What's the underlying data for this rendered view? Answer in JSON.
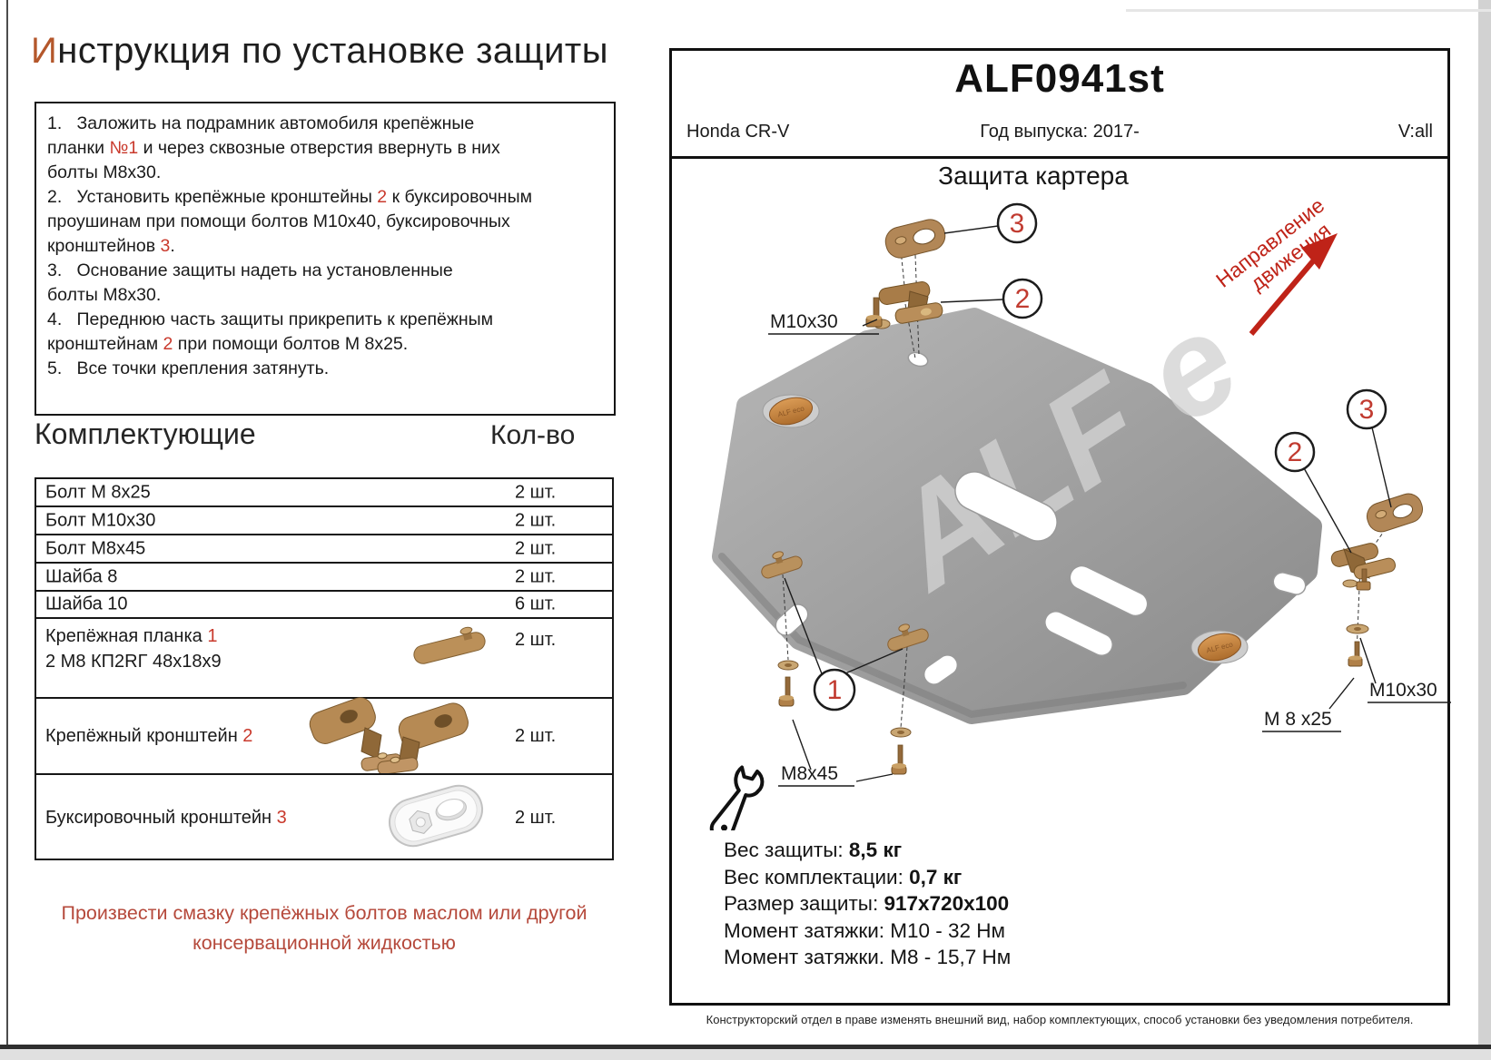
{
  "page": {
    "title_first_letter": "И",
    "title_rest": "нструкция по установке защиты"
  },
  "instructions": {
    "items": [
      {
        "segments": [
          {
            "t": "1.   Заложить на подрамник автомобиля крепёжные\nпланки "
          },
          {
            "t": "№1",
            "red": true
          },
          {
            "t": " и через сквозные отверстия ввернуть в них\nболты М8х30."
          }
        ]
      },
      {
        "segments": [
          {
            "t": "2.   Установить крепёжные кронштейны "
          },
          {
            "t": "2",
            "red": true
          },
          {
            "t": " к буксировочным\nпроушинам при помощи болтов М10х40, буксировочных\nкронштейнов "
          },
          {
            "t": "3",
            "red": true
          },
          {
            "t": "."
          }
        ]
      },
      {
        "segments": [
          {
            "t": "3.   Основание защиты надеть на установленные\nболты М8х30."
          }
        ]
      },
      {
        "segments": [
          {
            "t": "4.   Переднюю часть защиты прикрепить к крепёжным\nкронштейнам "
          },
          {
            "t": "2",
            "red": true
          },
          {
            "t": " при помощи болтов М 8х25."
          }
        ]
      },
      {
        "segments": [
          {
            "t": "5.   Все точки крепления затянуть."
          }
        ]
      }
    ]
  },
  "components": {
    "heading": "Комплектующие",
    "qty_heading": "Кол-во",
    "rows": [
      {
        "name": "Болт М 8х25",
        "qty": "2 шт."
      },
      {
        "name": "Болт М10х30",
        "qty": "2 шт."
      },
      {
        "name": "Болт М8х45",
        "qty": "2 шт."
      },
      {
        "name": "Шайба 8",
        "qty": "2 шт."
      },
      {
        "name": "Шайба 10",
        "qty": "6 шт."
      },
      {
        "name": "Крепёжная планка ",
        "ref": "1",
        "line2": "2 М8 КП2RГ 48х18х9",
        "qty": "2 шт.",
        "image": "strap"
      },
      {
        "name": "Крепёжный кронштейн ",
        "ref": "2",
        "qty": "2 шт.",
        "image": "bracket"
      },
      {
        "name": "Буксировочный кронштейн ",
        "ref": "3",
        "qty": "2 шт.",
        "image": "tow"
      }
    ],
    "note_line1": "Произвести смазку крепёжных болтов маслом или другой",
    "note_line2": "консервационной жидкостью"
  },
  "panel": {
    "code": "ALF0941st",
    "model": "Honda CR-V",
    "year": "Год выпуска: 2017-",
    "version": "V:all",
    "diagram_title": "Защита картера",
    "direction_line1": "Направление",
    "direction_line2": "движения",
    "callouts": [
      "1",
      "2",
      "3"
    ],
    "labels": {
      "m10x30_top": "M10x30",
      "m8x45": "M8x45",
      "m8x25": "M 8 x25",
      "m10x30_right": "M10x30"
    },
    "specs": [
      {
        "label": "Вес защиты: ",
        "value": "8,5 кг",
        "bold": true
      },
      {
        "label": "Вес комплектации: ",
        "value": "0,7 кг",
        "bold": true
      },
      {
        "label": "Размер защиты: ",
        "value": "917х720х100",
        "bold": true
      },
      {
        "label": "Момент затяжки:  ",
        "value": "М10 - 32 Нм",
        "bold": false
      },
      {
        "label": "Момент затяжки.  ",
        "value": "М8 - 15,7 Нм",
        "bold": false
      }
    ],
    "footer": "Конструкторский отдел в праве изменять внешний вид, набор комплектующих, способ установки без уведомления потребителя."
  },
  "colors": {
    "accent_red": "#c9392c",
    "arrow_red": "#bf2318",
    "title_letter_orange": "#b4572b",
    "bronze": "#b68a54",
    "plate_gray": "#a0a0a0"
  }
}
